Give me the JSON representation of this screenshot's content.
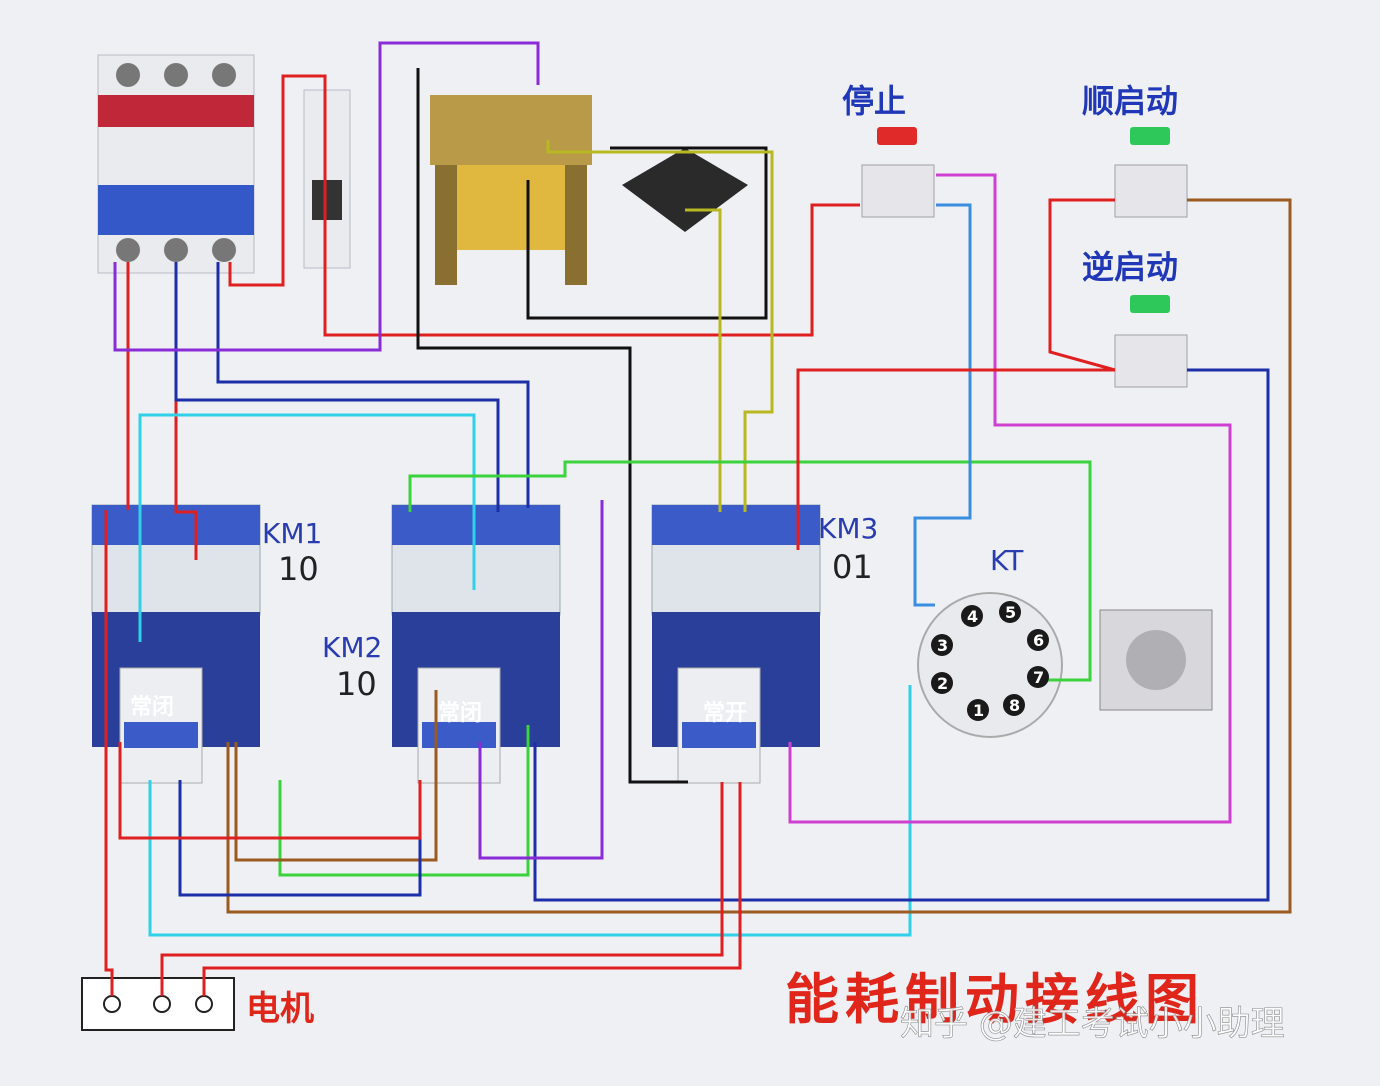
{
  "title": "能耗制动接线图",
  "motor_label": "电机",
  "buttons": {
    "stop": "停止",
    "forward_start": "顺启动",
    "reverse_start": "逆启动"
  },
  "contactors": [
    {
      "name": "KM1",
      "code": "10",
      "aux_label": "常闭"
    },
    {
      "name": "KM2",
      "code": "10",
      "aux_label": "常闭"
    },
    {
      "name": "KM3",
      "code": "01",
      "aux_label": "常开"
    }
  ],
  "timer": {
    "name": "KT",
    "pins": [
      "1",
      "2",
      "3",
      "4",
      "5",
      "6",
      "7",
      "8"
    ]
  },
  "watermark": "知乎 @建工考试小小助理",
  "wire_colors": {
    "red": "#e02020",
    "blue": "#1c2ea8",
    "purple": "#8a2bd8",
    "magenta": "#d040d0",
    "black": "#111111",
    "cyan": "#30d0e8",
    "green": "#3bd23b",
    "olive": "#b8b820",
    "brown": "#9a5a20",
    "lightblue": "#3a8ee0"
  }
}
